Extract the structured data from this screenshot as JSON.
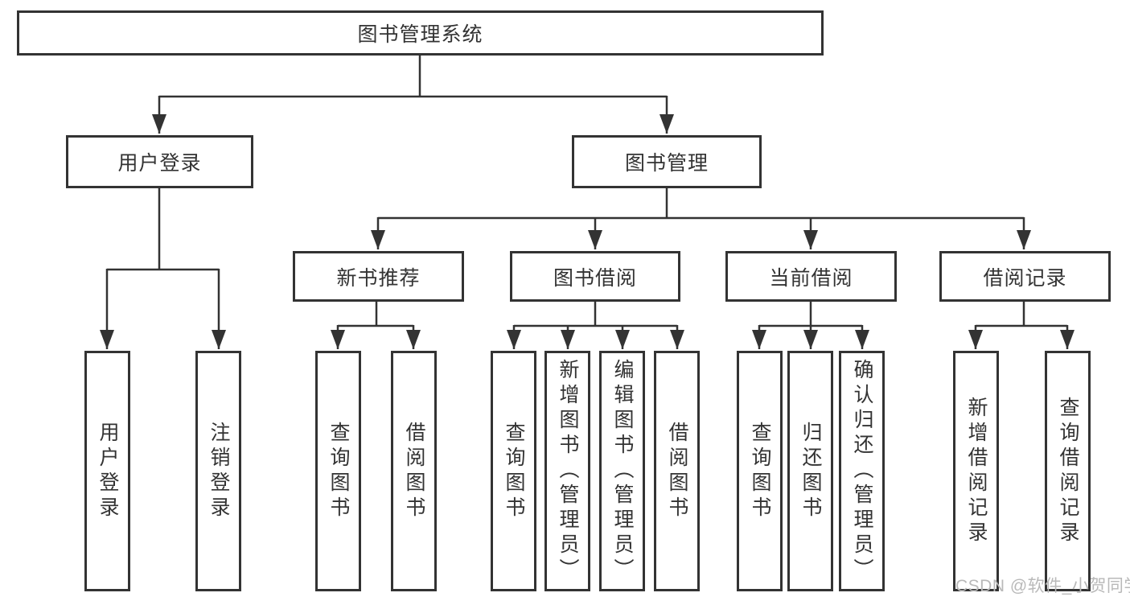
{
  "diagram": {
    "colors": {
      "line": "#333333",
      "text": "#333333",
      "background": "#ffffff",
      "watermark": "#b9b9b9"
    },
    "tree": {
      "label": "图书管理系统",
      "children": [
        {
          "label": "用户登录",
          "children": [
            {
              "label": "用户登录"
            },
            {
              "label": "注销登录"
            }
          ]
        },
        {
          "label": "图书管理",
          "children": [
            {
              "label": "新书推荐",
              "children": [
                {
                  "label": "查询图书"
                },
                {
                  "label": "借阅图书"
                }
              ]
            },
            {
              "label": "图书借阅",
              "children": [
                {
                  "label": "查询图书"
                },
                {
                  "label": "新增图书（管理员）"
                },
                {
                  "label": "编辑图书（管理员）"
                },
                {
                  "label": "借阅图书"
                }
              ]
            },
            {
              "label": "当前借阅",
              "children": [
                {
                  "label": "查询图书"
                },
                {
                  "label": "归还图书"
                },
                {
                  "label": "确认归还（管理员）"
                }
              ]
            },
            {
              "label": "借阅记录",
              "children": [
                {
                  "label": "新增借阅记录"
                },
                {
                  "label": "查询借阅记录"
                }
              ]
            }
          ]
        }
      ]
    },
    "watermark": "CSDN @软件_小贺同学"
  }
}
